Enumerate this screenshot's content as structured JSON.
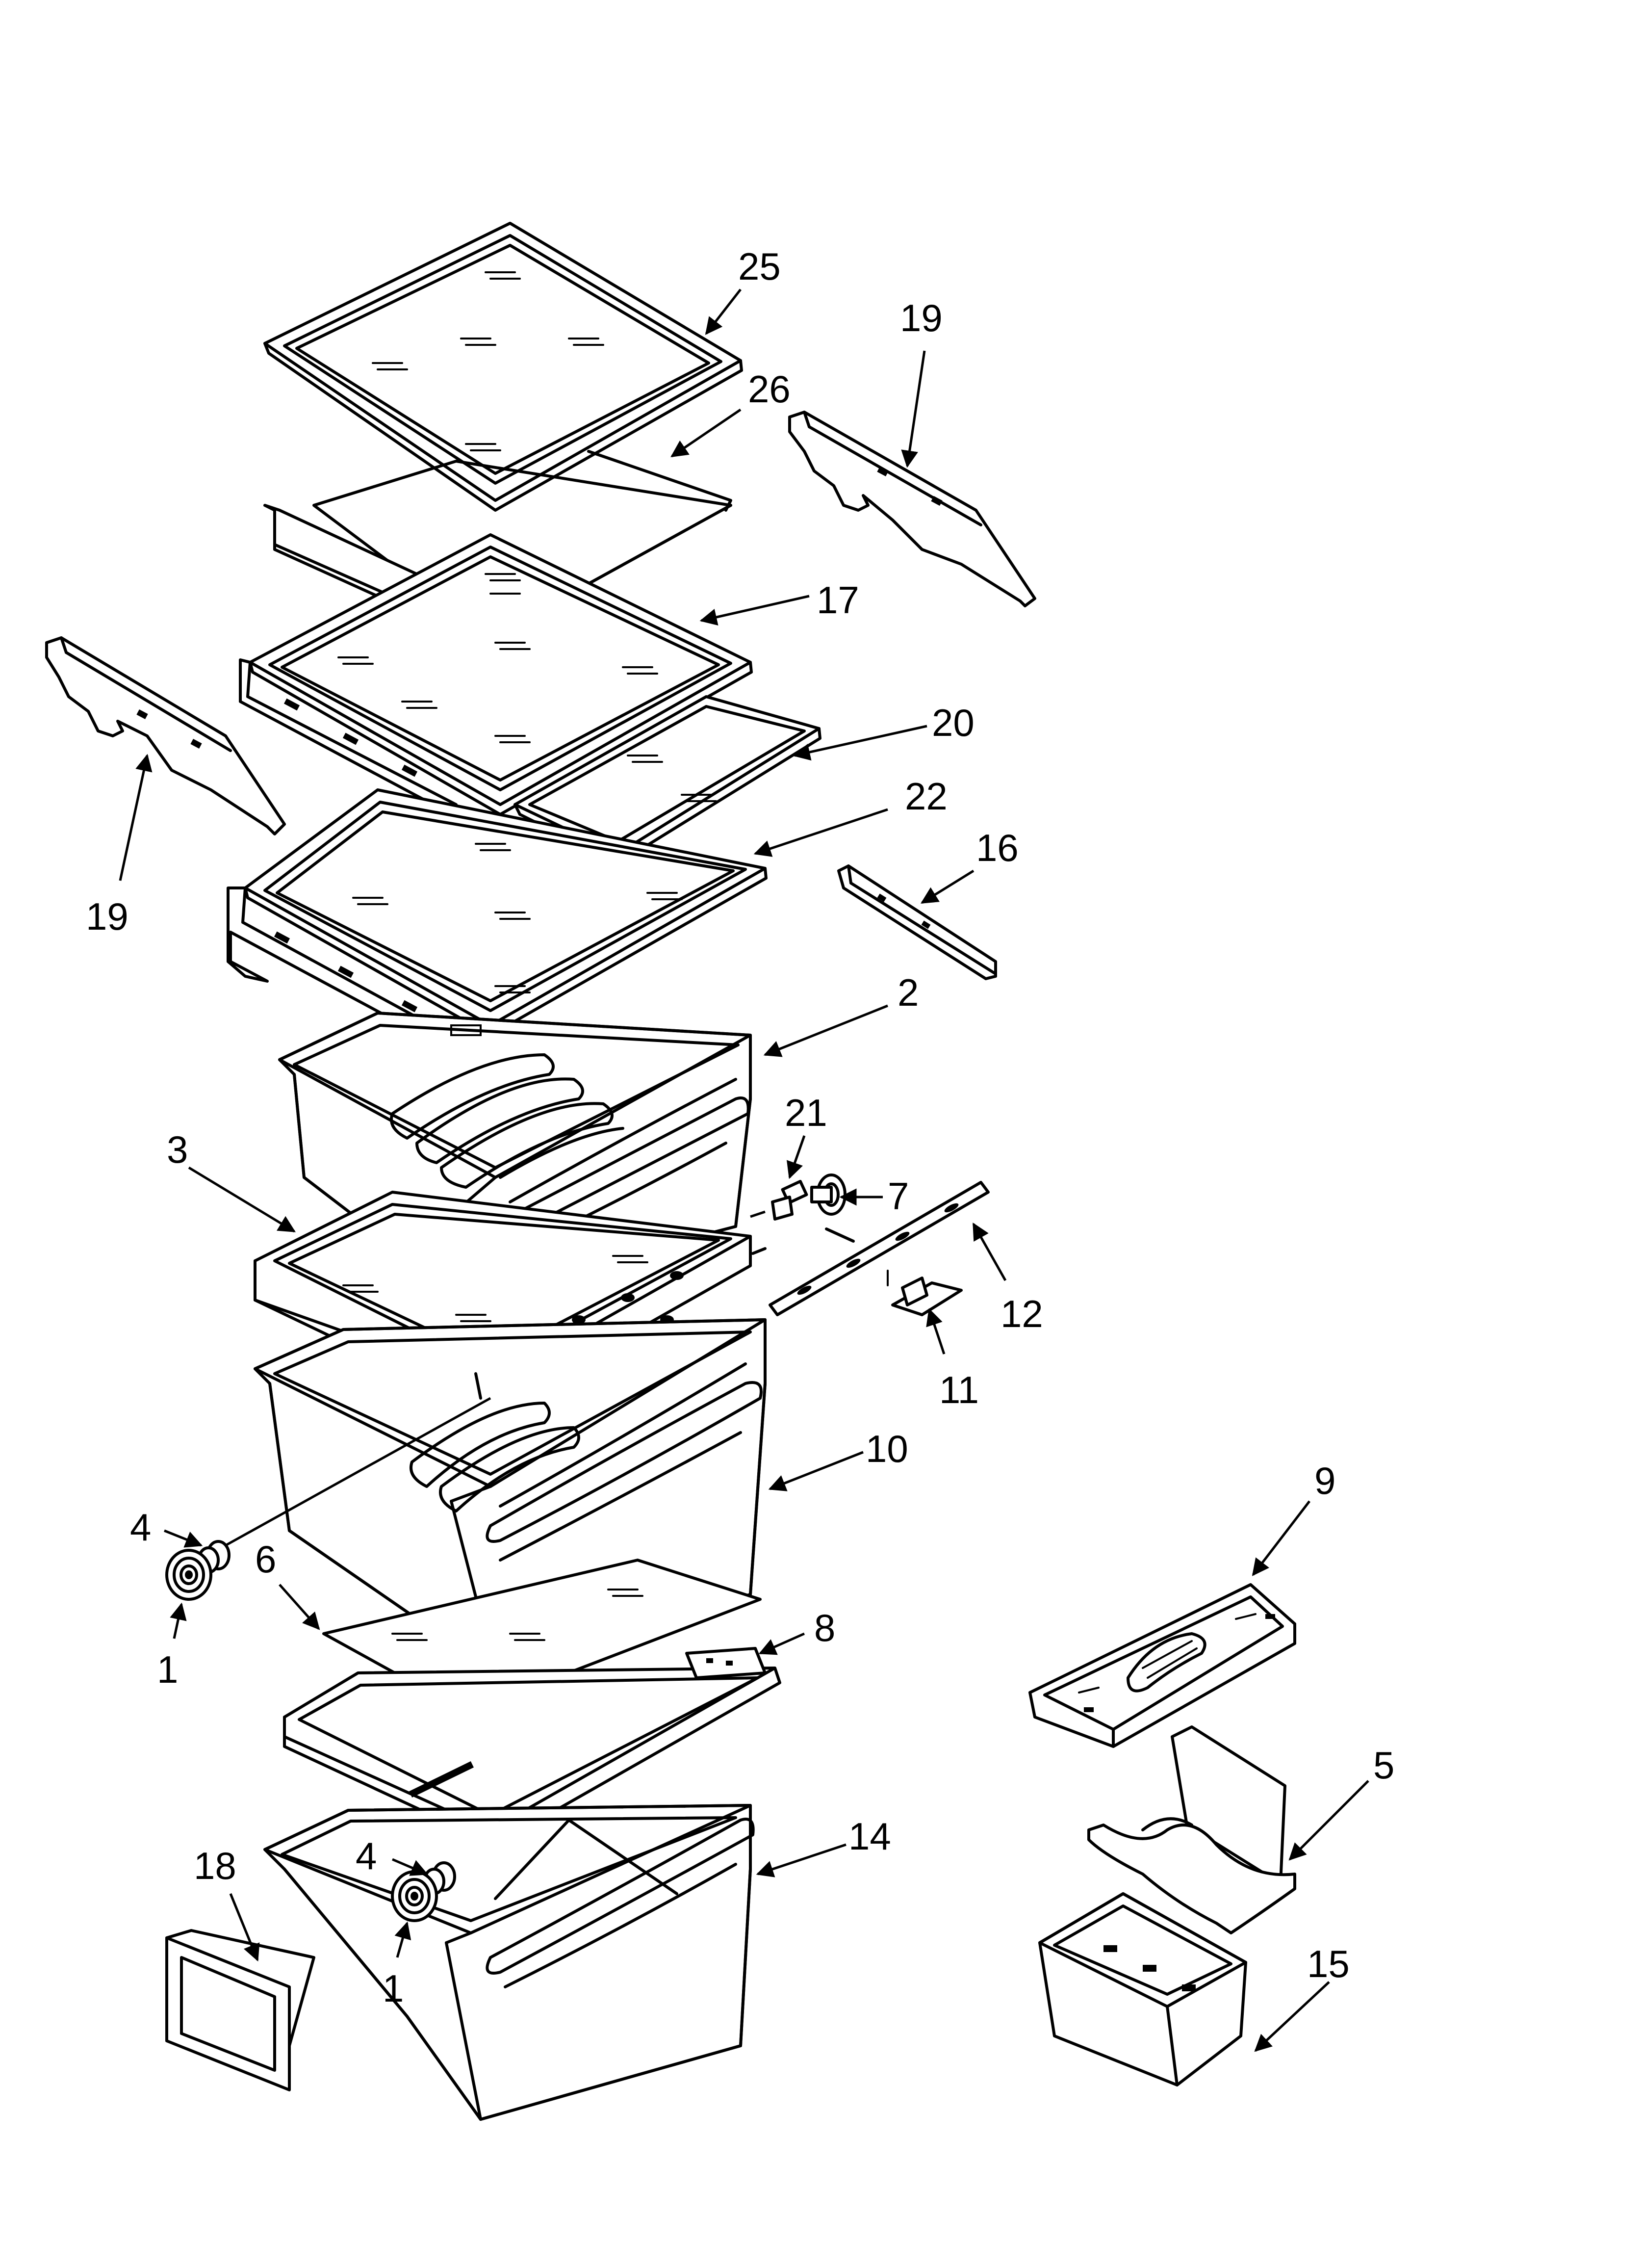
{
  "diagram": {
    "callouts": [
      {
        "id": "c25",
        "text": "25"
      },
      {
        "id": "c26",
        "text": "26"
      },
      {
        "id": "c19a",
        "text": "19"
      },
      {
        "id": "c17",
        "text": "17"
      },
      {
        "id": "c20",
        "text": "20"
      },
      {
        "id": "c22",
        "text": "22"
      },
      {
        "id": "c19b",
        "text": "19"
      },
      {
        "id": "c16",
        "text": "16"
      },
      {
        "id": "c2",
        "text": "2"
      },
      {
        "id": "c21",
        "text": "21"
      },
      {
        "id": "c3",
        "text": "3"
      },
      {
        "id": "c7",
        "text": "7"
      },
      {
        "id": "c12",
        "text": "12"
      },
      {
        "id": "c11",
        "text": "11"
      },
      {
        "id": "c10",
        "text": "10"
      },
      {
        "id": "c9",
        "text": "9"
      },
      {
        "id": "c4a",
        "text": "4"
      },
      {
        "id": "c6",
        "text": "6"
      },
      {
        "id": "c1a",
        "text": "1"
      },
      {
        "id": "c8",
        "text": "8"
      },
      {
        "id": "c5",
        "text": "5"
      },
      {
        "id": "c14",
        "text": "14"
      },
      {
        "id": "c18",
        "text": "18"
      },
      {
        "id": "c4b",
        "text": "4"
      },
      {
        "id": "c1b",
        "text": "1"
      },
      {
        "id": "c15",
        "text": "15"
      }
    ]
  }
}
